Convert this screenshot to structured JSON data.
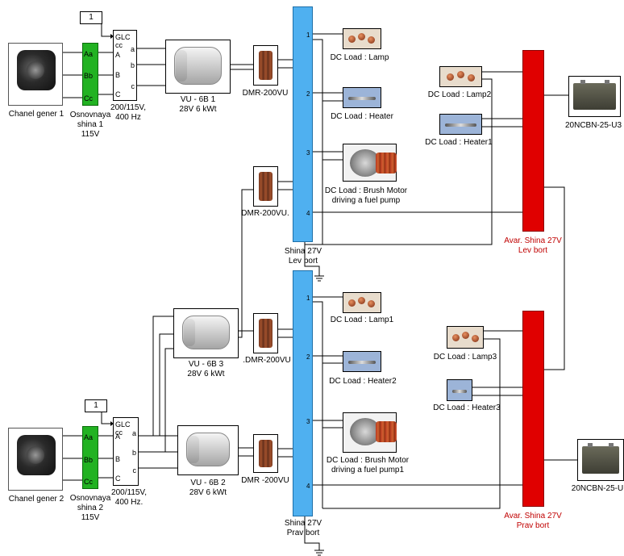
{
  "generators": [
    {
      "label": "Chanel gener 1"
    },
    {
      "label": "Chanel gener 2"
    }
  ],
  "buses_main": [
    {
      "line1": "Osnovnaya",
      "line2": "shina 1",
      "line3": "115V",
      "ports": [
        "Aa",
        "Bb",
        "Cc"
      ]
    },
    {
      "line1": "Osnovnaya",
      "line2": "shina 2",
      "line3": "115V",
      "ports": [
        "Aa",
        "Bb",
        "Cc"
      ]
    }
  ],
  "constants": [
    {
      "value": "1"
    },
    {
      "value": "1"
    }
  ],
  "transformers": [
    {
      "title": "GLC cc",
      "ports_in": [
        "A",
        "B",
        "C"
      ],
      "ports_out": [
        "a",
        "b",
        "c"
      ],
      "label1": "200/115V,",
      "label2": "400 Hz"
    },
    {
      "title": "GLC cc",
      "ports_in": [
        "A",
        "B",
        "C"
      ],
      "ports_out": [
        "a",
        "b",
        "c"
      ],
      "label1": "200/115V,",
      "label2": "400 Hz."
    }
  ],
  "rectifiers": [
    {
      "label1": "VU - 6B 1",
      "label2": "28V 6 kWt"
    },
    {
      "label1": "VU - 6B 3",
      "label2": "28V 6 kWt"
    },
    {
      "label1": "VU - 6B 2",
      "label2": "28V 6 kWt"
    }
  ],
  "regulators": [
    {
      "label": "DMR-200VU"
    },
    {
      "label": "DMR-200VU."
    },
    {
      "label": ".DMR-200VU"
    },
    {
      "label": "DMR -200VU"
    }
  ],
  "buses_dc": [
    {
      "line1": "Shina 27V",
      "line2": "Lev bort",
      "ports": [
        "1",
        "2",
        "3",
        "4"
      ]
    },
    {
      "line1": "Shina 27V",
      "line2": "Prav bort",
      "ports": [
        "1",
        "2",
        "3",
        "4"
      ]
    }
  ],
  "loads": [
    {
      "label": "DC Load :  Lamp"
    },
    {
      "label": "DC Load :  Heater"
    },
    {
      "label": "DC Load :  Brush Motor",
      "label2": "driving a fuel pump"
    },
    {
      "label": "DC Load :  Lamp2"
    },
    {
      "label": "DC Load :  Heater1"
    },
    {
      "label": "DC Load :  Lamp1"
    },
    {
      "label": "DC Load :  Heater2"
    },
    {
      "label": "DC Load :  Brush Motor",
      "label2": "driving a fuel pump1"
    },
    {
      "label": "DC Load :  Lamp3"
    },
    {
      "label": "DC Load :  Heater3"
    }
  ],
  "emergency_buses": [
    {
      "line1": "Avar. Shina 27V",
      "line2": "Lev bort"
    },
    {
      "line1": "Avar. Shina 27V",
      "line2": "Prav bort"
    }
  ],
  "batteries": [
    {
      "label": "20NCBN-25-U3"
    },
    {
      "label": "20NCBN-25-U"
    }
  ],
  "colors": {
    "dc_bus": "#4fb0f0",
    "emergency_bus": "#e00000",
    "main_bus": "#22b222",
    "label_red": "#c00000"
  }
}
